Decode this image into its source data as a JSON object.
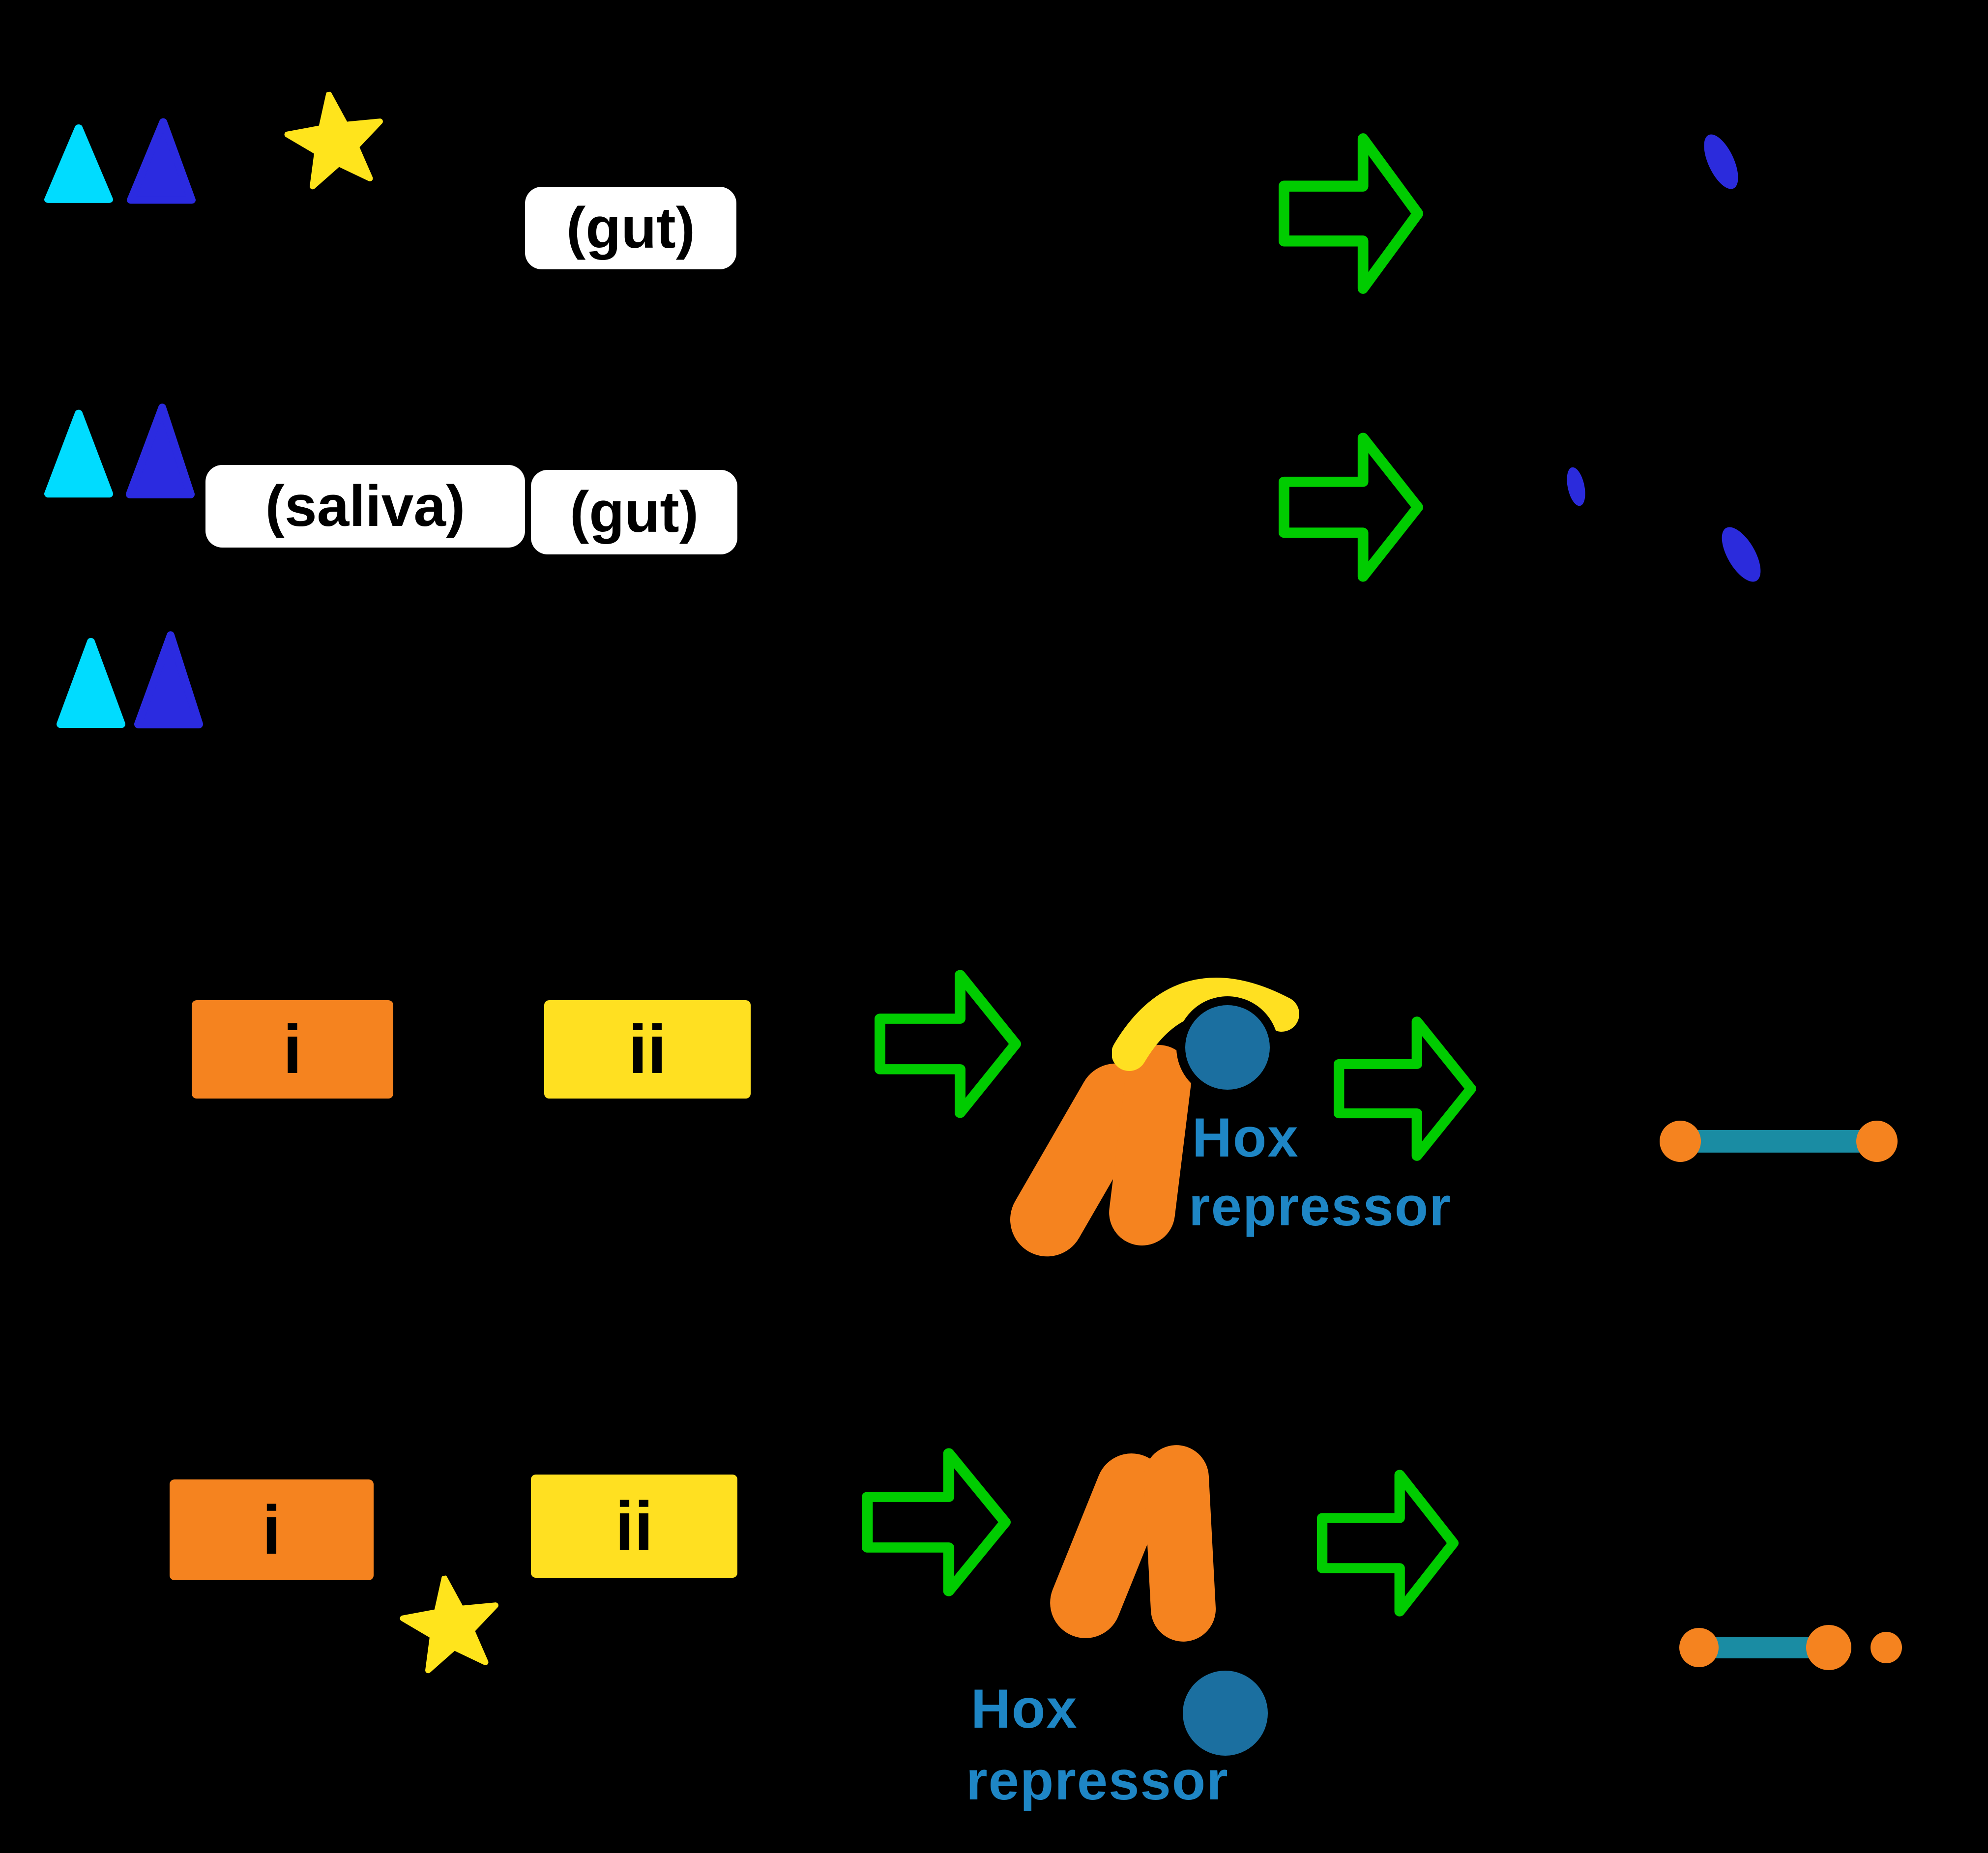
{
  "palette": {
    "background": "#000000",
    "triangle_cyan": "#00dcff",
    "triangle_blue": "#2b2be0",
    "star_yellow": "#ffe41c",
    "label_box_white": "#ffffff",
    "label_text_black": "#000000",
    "arrow_green": "#00cc00",
    "enhancer_orange": "#f5831f",
    "enhancer_yellow": "#ffe021",
    "blob_orange": "#f5831f",
    "crescent_yellow": "#ffe021",
    "hox_circle_blue": "#1b6fa0",
    "hox_text_blue": "#1e86c5",
    "expression_bar_teal": "#1a8ca3",
    "expression_dot_orange": "#f5831f",
    "leaf_blue": "#2b2bdc"
  },
  "section_top": {
    "row1": {
      "gut_label": "(gut)"
    },
    "row2": {
      "saliva_label": "(saliva)",
      "gut_label": "(gut)"
    }
  },
  "section_middle": {
    "enhancer_i_label": "i",
    "enhancer_ii_label": "ii",
    "hox_label_line1": "Hox",
    "hox_label_line2": "repressor"
  },
  "section_bottom": {
    "enhancer_i_label": "i",
    "enhancer_ii_label": "ii",
    "hox_label_line1": "Hox",
    "hox_label_line2": "repressor"
  }
}
